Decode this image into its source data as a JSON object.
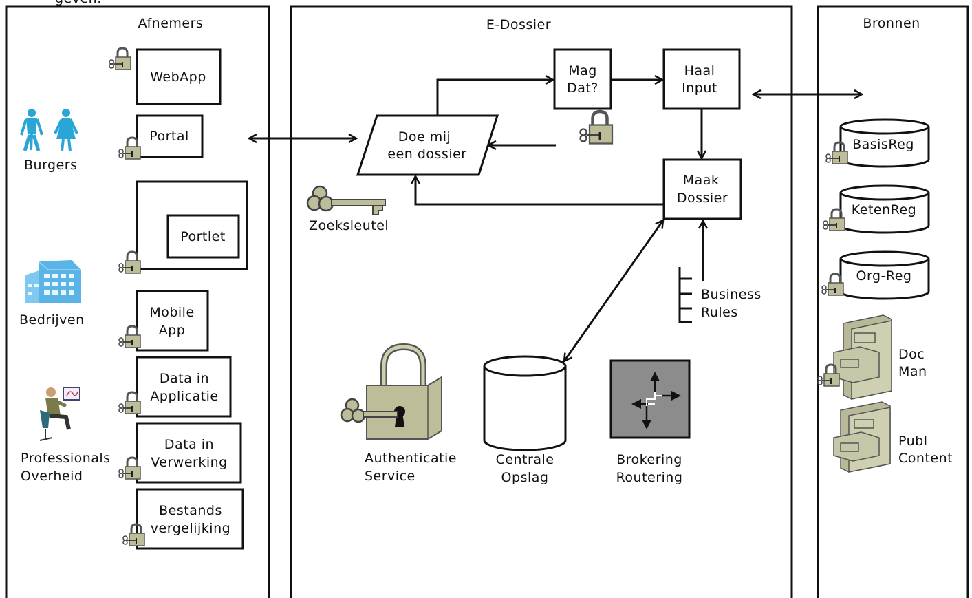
{
  "top_fragment": "geven.",
  "panels": {
    "consumers": "Afnemers",
    "edossier": "E-Dossier",
    "sources": "Bronnen"
  },
  "actors": {
    "citizens": "Burgers",
    "companies": "Bedrijven",
    "professionals": [
      "Professionals",
      "Overheid"
    ]
  },
  "channels": {
    "webapp": "WebApp",
    "portal": "Portal",
    "portlet": "Portlet",
    "mobile": [
      "Mobile",
      "App"
    ],
    "data_app": [
      "Data in",
      "Applicatie"
    ],
    "data_proc": [
      "Data in",
      "Verwerking"
    ],
    "file_compare": [
      "Bestands",
      "vergelijking"
    ]
  },
  "process": {
    "request": [
      "Doe mij",
      "een dossier"
    ],
    "authorize": [
      "Mag",
      "Dat?"
    ],
    "fetch": [
      "Haal",
      "Input"
    ],
    "build": [
      "Maak",
      "Dossier"
    ],
    "search_key": "Zoeksleutel",
    "rules": [
      "Business",
      "Rules"
    ]
  },
  "services": {
    "auth": [
      "Authenticatie",
      "Service"
    ],
    "storage": [
      "Centrale",
      "Opslag"
    ],
    "broker": [
      "Brokering",
      "Routering"
    ]
  },
  "sources": {
    "basisreg": "BasisReg",
    "ketenreg": "KetenReg",
    "orgreg": "Org-Reg",
    "docman": [
      "Doc",
      "Man"
    ],
    "publ": [
      "Publ",
      "Content"
    ]
  },
  "colors": {
    "person": "#2aa6d6",
    "building": "#5ab4e6",
    "lock": "#bdbd9a",
    "cabinet": "#b9b99a",
    "broker_bg": "#8c8c8c"
  }
}
